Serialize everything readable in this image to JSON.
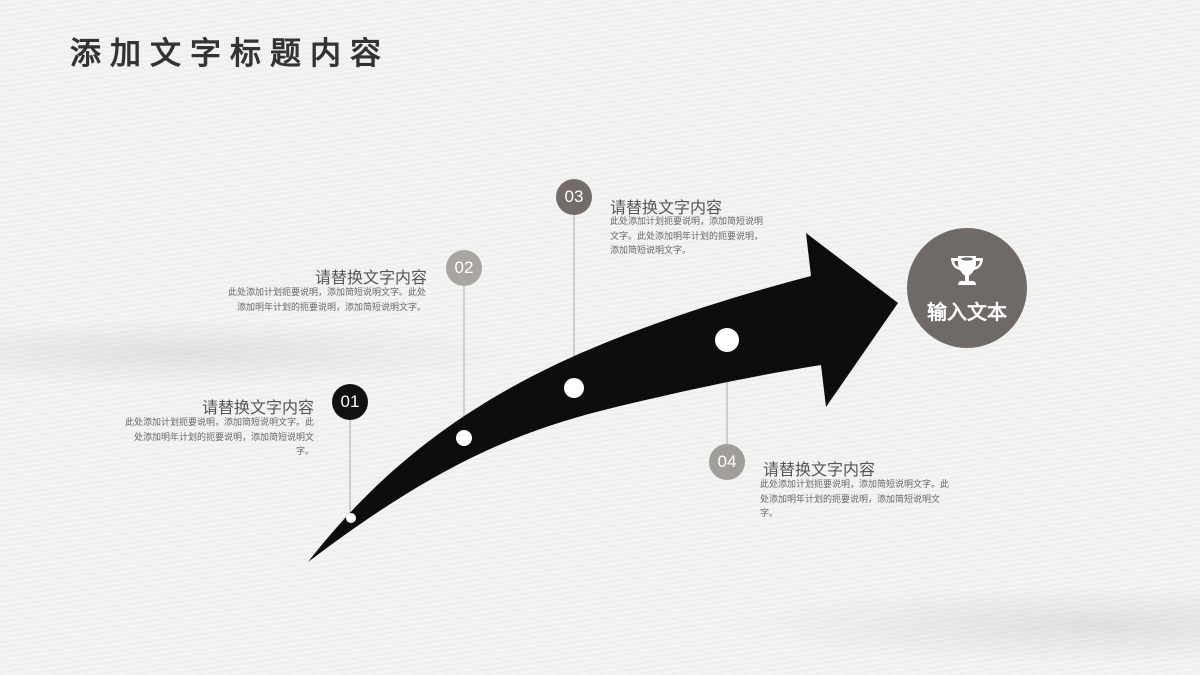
{
  "title": "添加文字标题内容",
  "colors": {
    "arrow": "#0d0d0d",
    "badge_01": "#111111",
    "badge_02": "#a8a5a3",
    "badge_03": "#736c6a",
    "badge_04": "#a09d9b",
    "goal_circle": "#6f6a67",
    "connector_line": "#b5b5b5"
  },
  "items": [
    {
      "number": "01",
      "heading": "请替换文字内容",
      "description": "此处添加计划扼要说明，添加简短说明文字。此处添加明年计划的扼要说明，添加简短说明文字。"
    },
    {
      "number": "02",
      "heading": "请替换文字内容",
      "description": "此处添加计划扼要说明，添加简短说明文字。此处添加明年计划的扼要说明，添加简短说明文字。"
    },
    {
      "number": "03",
      "heading": "请替换文字内容",
      "description": "此处添加计划扼要说明，添加简短说明文字。此处添加明年计划的扼要说明，添加简短说明文字。"
    },
    {
      "number": "04",
      "heading": "请替换文字内容",
      "description": "此处添加计划扼要说明，添加简短说明文字。此处添加明年计划的扼要说明，添加简短说明文字。"
    }
  ],
  "goal": {
    "icon": "trophy-icon",
    "label": "输入文本"
  }
}
